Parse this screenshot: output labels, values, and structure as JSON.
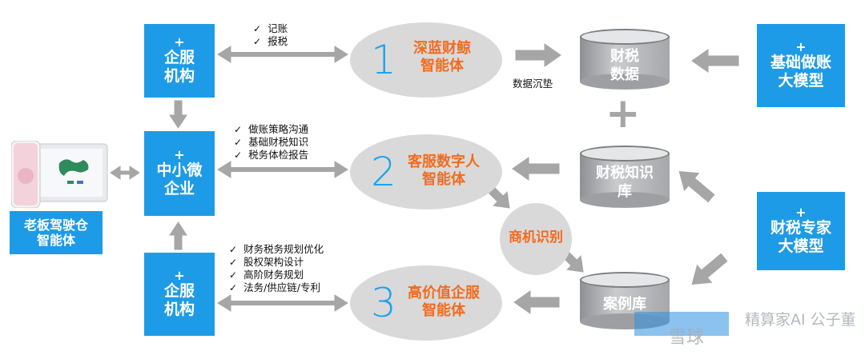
{
  "boxes": {
    "top_org": {
      "plus": "+",
      "line1": "企服",
      "line2": "机构"
    },
    "sme": {
      "plus": "+",
      "line1": "中小微",
      "line2": "企业"
    },
    "bottom_org": {
      "plus": "+",
      "line1": "企服",
      "line2": "机构"
    },
    "boss": {
      "line1": "老板驾驶仓",
      "line2": "智能体"
    },
    "base_model": {
      "plus": "+",
      "line1": "基础做账",
      "line2": "大模型"
    },
    "expert_model": {
      "plus": "+",
      "line1": "财税专家",
      "line2": "大模型"
    }
  },
  "agents": [
    {
      "number": "1",
      "line1": "深蓝财鲸",
      "line2": "智能体"
    },
    {
      "number": "2",
      "line1": "客服数字人",
      "line2": "智能体"
    },
    {
      "number": "3",
      "line1": "高价值企服",
      "line2": "智能体"
    }
  ],
  "opportunity": "商机识别",
  "databases": {
    "tax_data": {
      "line1": "财税",
      "line2": "数据"
    },
    "knowledge": {
      "line1": "财税知识",
      "line2": "库"
    },
    "cases": {
      "line1": "案例库"
    }
  },
  "plus_sign": "+",
  "data_sink_label": "数据沉垫",
  "checklists": {
    "one": [
      "记账",
      "报税"
    ],
    "two": [
      "做账策略沟通",
      "基础财税知识",
      "税务体检报告"
    ],
    "three": [
      "财务税务规划优化",
      "股权架构设计",
      "高阶财务规划",
      "法务/供应链/专利"
    ]
  },
  "check_mark": "✓",
  "watermark": {
    "left": "雪球",
    "right": "精算家AI  公子董"
  },
  "colors": {
    "blue": "#1e9be6",
    "orange": "#f26b1d",
    "grey": "#d9d9d9",
    "arrow": "#a6a6a6"
  }
}
